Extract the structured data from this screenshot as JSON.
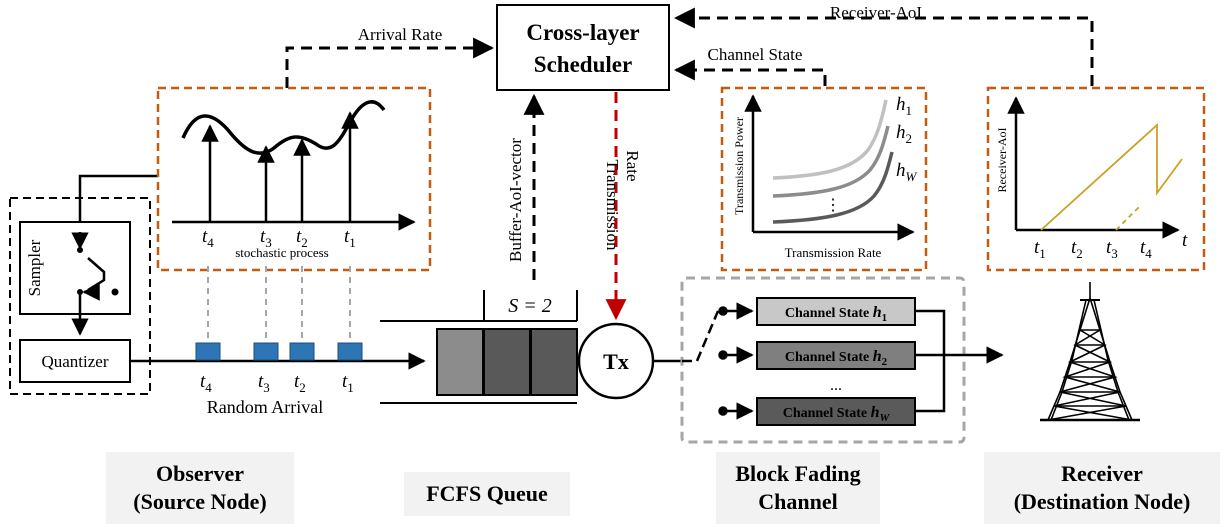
{
  "scheduler": {
    "line1": "Cross-layer",
    "line2": "Scheduler"
  },
  "links": {
    "arrival_rate": "Arrival Rate",
    "receiver_aoi": "Receiver-AoI",
    "channel_state": "Channel State",
    "buffer_aoi_vector": "Buffer-AoI-vector",
    "transmission_rate_line1": "Transmission",
    "transmission_rate_line2": "Rate"
  },
  "observer": {
    "sampler": "Sampler",
    "quantizer": "Quantizer",
    "stochastic_process": "stochastic process",
    "random_arrival": "Random Arrival",
    "time_labels": [
      {
        "base": "t",
        "sub": "4"
      },
      {
        "base": "t",
        "sub": "3"
      },
      {
        "base": "t",
        "sub": "2"
      },
      {
        "base": "t",
        "sub": "1"
      }
    ]
  },
  "queue": {
    "capacity_label": "S = 2",
    "tx_label": "Tx"
  },
  "power_plot": {
    "ylabel": "Transmission Power",
    "xlabel": "Transmission Rate",
    "curves": [
      {
        "base": "h",
        "sub": "1",
        "color": "#c0c0c0"
      },
      {
        "base": "h",
        "sub": "2",
        "color": "#8c8c8c"
      },
      {
        "base": "h",
        "sub": "W",
        "color": "#5a5a5a"
      }
    ],
    "ellipsis": "⋮"
  },
  "aoi_plot": {
    "ylabel": "Receiver-AoI",
    "xaxis_var": "t",
    "line_color": "#c9a227",
    "ticks": [
      {
        "base": "t",
        "sub": "1"
      },
      {
        "base": "t",
        "sub": "2"
      },
      {
        "base": "t",
        "sub": "3"
      },
      {
        "base": "t",
        "sub": "4"
      }
    ]
  },
  "channels": {
    "prefix": "Channel State ",
    "items": [
      {
        "sub": "1",
        "fill": "#c8c8c8"
      },
      {
        "sub": "2",
        "fill": "#7f7f7f"
      },
      {
        "sub": "W",
        "fill": "#5a5a5a"
      }
    ],
    "ellipsis": "..."
  },
  "footer": {
    "observer_line1": "Observer",
    "observer_line2": "(Source Node)",
    "queue": "FCFS Queue",
    "channel_line1": "Block Fading",
    "channel_line2": "Channel",
    "receiver_line1": "Receiver",
    "receiver_line2": "(Destination Node)"
  },
  "colors": {
    "orange_dash": "#c55a11",
    "gray_dash": "#a6a6a6",
    "red_arrow": "#c00000",
    "packet_blue": "#2e75b6",
    "queue_slot_light": "#8c8c8c",
    "queue_slot_dark": "#595959"
  }
}
